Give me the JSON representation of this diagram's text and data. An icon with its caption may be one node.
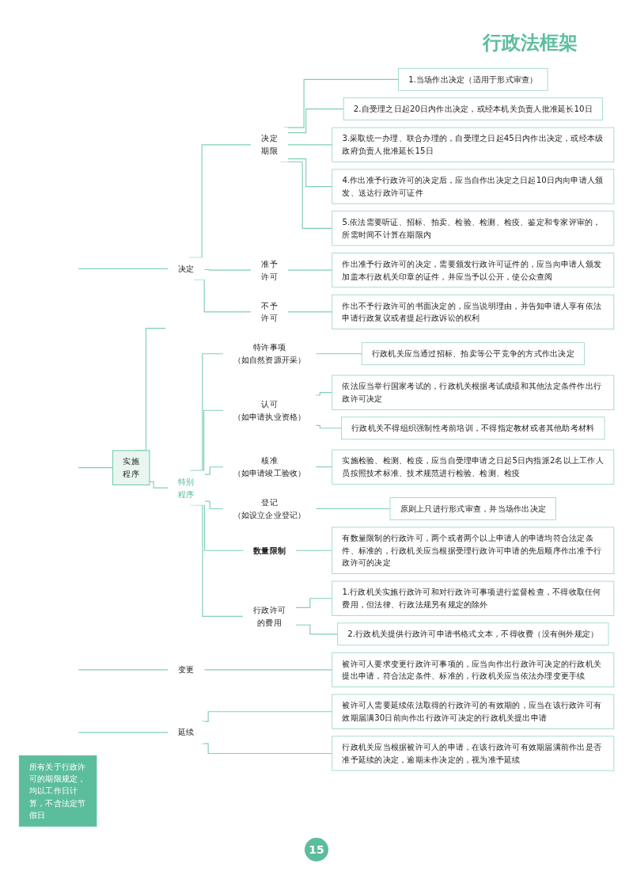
{
  "diagram": {
    "title": "行政法框架",
    "nodes": [
      {
        "text": [
          "决定"
        ]
      },
      {
        "text": [
          "决定期限"
        ]
      },
      {
        "text": [
          "1.当场作出决定（适用于形式审查）"
        ]
      },
      {
        "text": [
          "2.自受理之日起20日内作出决定，或经本机关负责人批准延长10日"
        ]
      },
      {
        "text": [
          "3.采取统一办理、联合办理的，自受理之日起45日内作出决定，或经本级政府负责人批准延长15日"
        ]
      },
      {
        "text": [
          "4.作出准予行政许可的决定后，应当自作出决定之日起10日内向申请人颁发、送达行政许可证件"
        ]
      },
      {
        "text": [
          "5.依法需要听证、招标、拍卖、检验、检测、检疫、鉴定和专家评审的，所需时间不计算在期限内"
        ]
      },
      {
        "text": [
          "所有关于行政许可的期限规定，均以工作日计算，不含法定节假日"
        ]
      },
      {
        "text": [
          "准予许可"
        ]
      },
      {
        "text": [
          "作出准予行政许可的决定，需要颁发行政许可证件的，应当向申请人颁发加盖本行政机关印章的证件，并应当予以公开，使公众查阅"
        ]
      },
      {
        "text": [
          "不予许可"
        ]
      },
      {
        "text": [
          "作出不予行政许可的书面决定的，应当说明理由，并告知申请人享有依法申请行政复议或者提起行政诉讼的权利"
        ]
      },
      {
        "text": [
          "变更"
        ]
      },
      {
        "text": [
          "被许可人要求变更行政许可事项的，应当向作出行政许可决定的行政机关提出申请，符合法定条件、标准的，行政机关应当依法办理变更手续"
        ]
      },
      {
        "text": [
          "延续"
        ]
      },
      {
        "text": [
          "被许可人需要延续依法取得的行政许可的有效期的，应当在该行政许可有效期届满30日前向作出行政许可决定的行政机关提出申请"
        ]
      },
      {
        "text": [
          "行政机关应当根据被许可人的申请，在该行政许可有效期届满前作出是否准予延续的决定，逾期未作决定的，视为准予延续"
        ]
      },
      {
        "text": [
          "实施程序"
        ]
      },
      {
        "text": [
          "特别程序"
        ]
      },
      {
        "text": [
          "特许事项",
          "（如自然资源开采）"
        ]
      },
      {
        "text": [
          "行政机关应当通过招标、拍卖等公平竞争的方式作出决定"
        ]
      },
      {
        "text": [
          "认可",
          "（如申请执业资格）"
        ]
      },
      {
        "text": [
          "依法应当举行国家考试的，行政机关根据考试成绩和其他法定条件作出行政许可决定"
        ]
      },
      {
        "text": [
          "行政机关不得组织强制性考前培训，不得指定教材或者其他助考材料"
        ]
      },
      {
        "text": [
          "核准",
          "（如申请竣工验收）"
        ]
      },
      {
        "text": [
          "实施检验、检测、检疫，应当自受理申请之日起5日内指派2名以上工作人员按照技术标准、技术规范进行检验、检测、检疫"
        ]
      },
      {
        "text": [
          "登记",
          "（如设立企业登记）"
        ]
      },
      {
        "text": [
          "原则上只进行形式审查，并当场作出决定"
        ]
      },
      {
        "text": [
          "数量限制"
        ]
      },
      {
        "text": [
          "有数量限制的行政许可，两个或者两个以上申请人的申请均符合法定条件、标准的，行政机关应当根据受理行政许可申请的先后顺序作出准予行政许可的决定"
        ]
      },
      {
        "text": [
          "行政许可的费用"
        ]
      },
      {
        "text": [
          "1.行政机关实施行政许可和对行政许可事项进行监督检查，不得收取任何费用，但法律、行政法规另有规定的除外"
        ]
      },
      {
        "text": [
          "2.行政机关提供行政许可申请书格式文本，不得收费（没有例外规定）"
        ]
      }
    ],
    "edges": [
      {
        "from": null,
        "to": 17,
        "arrow": "none"
      },
      {
        "from": 17,
        "to": null,
        "arrow": "none"
      },
      {
        "from": null,
        "to": 0,
        "arrow": "none"
      },
      {
        "from": 0,
        "to": 1,
        "arrow": "none"
      },
      {
        "from": 1,
        "to": 2,
        "arrow": "none"
      },
      {
        "from": 1,
        "to": 3,
        "arrow": "none"
      },
      {
        "from": 1,
        "to": 4,
        "arrow": "none"
      },
      {
        "from": 1,
        "to": 5,
        "arrow": "none"
      },
      {
        "from": 1,
        "to": 6,
        "arrow": "none"
      },
      {
        "from": 0,
        "to": 8,
        "arrow": "none"
      },
      {
        "from": 8,
        "to": 9,
        "arrow": "none"
      },
      {
        "from": 0,
        "to": 10,
        "arrow": "none"
      },
      {
        "from": 10,
        "to": 11,
        "arrow": "none"
      },
      {
        "from": null,
        "to": 12,
        "arrow": "none"
      },
      {
        "from": 12,
        "to": 13,
        "arrow": "none"
      },
      {
        "from": null,
        "to": 14,
        "arrow": "none"
      },
      {
        "from": 14,
        "to": 15,
        "arrow": "none"
      },
      {
        "from": 14,
        "to": 16,
        "arrow": "none"
      },
      {
        "from": 17,
        "to": 18,
        "arrow": "none"
      },
      {
        "from": 18,
        "to": 19,
        "arrow": "none"
      },
      {
        "from": 19,
        "to": 20,
        "arrow": "none"
      },
      {
        "from": 18,
        "to": 21,
        "arrow": "none"
      },
      {
        "from": 21,
        "to": 22,
        "arrow": "none"
      },
      {
        "from": 21,
        "to": 23,
        "arrow": "none"
      },
      {
        "from": 18,
        "to": 24,
        "arrow": "none"
      },
      {
        "from": 24,
        "to": 25,
        "arrow": "none"
      },
      {
        "from": 18,
        "to": 26,
        "arrow": "none"
      },
      {
        "from": 26,
        "to": 27,
        "arrow": "none"
      },
      {
        "from": 18,
        "to": 28,
        "arrow": "none"
      },
      {
        "from": 28,
        "to": 29,
        "arrow": "none"
      },
      {
        "from": 18,
        "to": 30,
        "arrow": "none"
      },
      {
        "from": 30,
        "to": 31,
        "arrow": "none"
      },
      {
        "from": 30,
        "to": 32,
        "arrow": "none"
      }
    ],
    "labels": [
      "15"
    ]
  }
}
